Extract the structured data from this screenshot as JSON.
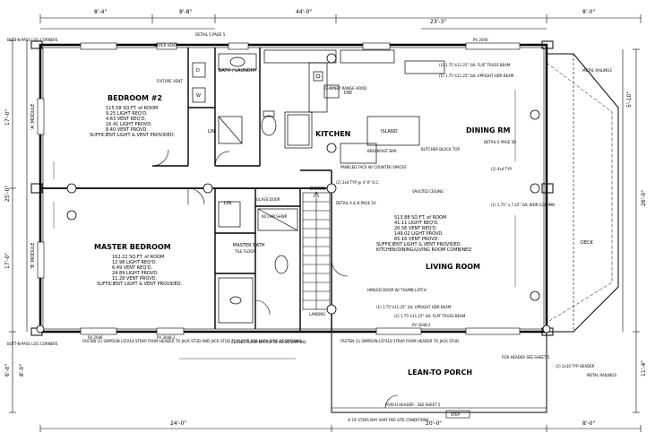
{
  "dimensions_top": [
    "8'-4\"",
    "8'-8\"",
    "44'-0\"",
    "23'-3\"",
    "8'-0\""
  ],
  "dimensions_bottom": [
    "24'-0\"",
    "20'-0\"",
    "8'-0\""
  ],
  "dimensions_left": [
    "17'-0\"",
    "25'-0\"",
    "17'-0\"",
    "6'-0\"",
    "8'-0\""
  ],
  "dimensions_right": [
    "5'-10\"",
    "26'-0\"",
    "11'-4\""
  ],
  "modules": {
    "left_a": "'A' MODULE",
    "left_b": "'B' MODULE"
  },
  "rooms": {
    "bedroom2": "BEDROOM #2",
    "bath_laundry": "BATH / LAUNDRY",
    "kitchen": "KITCHEN",
    "dining": "DINING RM",
    "master_bedroom": "MASTER BEDROOM",
    "master_bath": "MASTER BATH",
    "living": "LIVING ROOM",
    "lean_to": "LEAN-TO PORCH",
    "deck": "DECK",
    "island": "ISLAND"
  },
  "bedroom2_notes": [
    "115.58 SQ.FT. of ROOM",
    "9.25 LIGHT REQ'D.",
    "4.63 VENT REQ'D.",
    "16.41 LIGHT PROVD.",
    "8.40 VENT PROVD.",
    "SUFFICIENT LIGHT & VENT PROVIDED."
  ],
  "master_notes": [
    "162.22 SQ.FT. of ROOM",
    "12.98 LIGHT REQ'D.",
    "6.49 VENT REQ'D.",
    "24.89 LIGHT PROVD.",
    "11.28 VENT PROVD.",
    "SUFFICIENT LIGHT & VENT PROVIDED."
  ],
  "living_notes": [
    "513.88 SQ.FT. of ROOM",
    "41.11 LIGHT REQ'D.",
    "20.56 VENT REQ'D.",
    "149.02 LIGHT PROVD.",
    "65.16 VENT PROVD.",
    "SUFFICIENT LIGHT & VENT PROVIDED.",
    "KITCHEN/DINING/LIVING ROOM COMBINED"
  ],
  "labels": {
    "down": "DOWN",
    "vaulted": "VAULTED CEILING",
    "lin": "LIN.",
    "lin2": "LIN",
    "dw": "DW",
    "w": "W",
    "d": "D",
    "shower": "60 LAM SHWR",
    "tile_floor": "TILE FLOOR",
    "glass_door": "GLASS DOOR",
    "landing": "LANDING",
    "porch_header": "PORCH HEADER - SEE SHEET 5",
    "step": "STEP",
    "step_note": "# OF STEPS MAY VARY PER SITE CONDITIONS",
    "pv2046": "PV 2046",
    "pv3048": "PV 3048-2",
    "pv2040": "PV 2040",
    "butt_pass": "BUTT-N-PASS LOG CORNERS",
    "metal_railings": "METAL RAILINGS",
    "dryer_vent": "DRYER VENT",
    "fixture_vent": "FIXTURE VENT",
    "chimney": "CHIMNEY RANGE HOOD",
    "breakfast_bar": "BREAKFAST BAR",
    "butcher_block": "BUTCHER BLOCK TOP",
    "paneled_face": "PANELED FACE W/ COUNTER SPACES",
    "hinged_door": "HINGED DOOR W/ THUMB LATCH",
    "closet_flush": "CLOSET FLUSH MATCH TO AVOID LAPPING",
    "detail_5": "DETAIL 5 PAGE 5",
    "detail_e": "DETAIL E PAGE 5B",
    "detail_ab": "DETAIL A & B PAGE 5A",
    "header_2x4": "(2) 2x4 TYP @ 4'-0\" O.C.",
    "flat_beam": "(2) 1.75\"x11.25\" LVL FLAT TRUSS BEAM",
    "upright_beam": "(1) 1.75\"x11.25\" LVL UPRIGHT HDR BEAM",
    "post_col": "(2) 4x4 TYP",
    "column": "(1) 1.75\" x 7.25\" LVL WDR COLUMN",
    "simpson": "FASTEN (1) SIMPSON LSTA18 STRAP FROM HEADER TO JACK STUD AND JACK STUD TO FLOOR RIM EACH SIDE OF OPENING",
    "upright_strap": "FASTEN (1) SIMPSON LSTA18 STRAP FROM HEADER TO JACK STUD",
    "header_1x10": "(2) 2x10 TYP HEADER",
    "header_dir": "FOR HEADER SEE SHEET 5"
  }
}
